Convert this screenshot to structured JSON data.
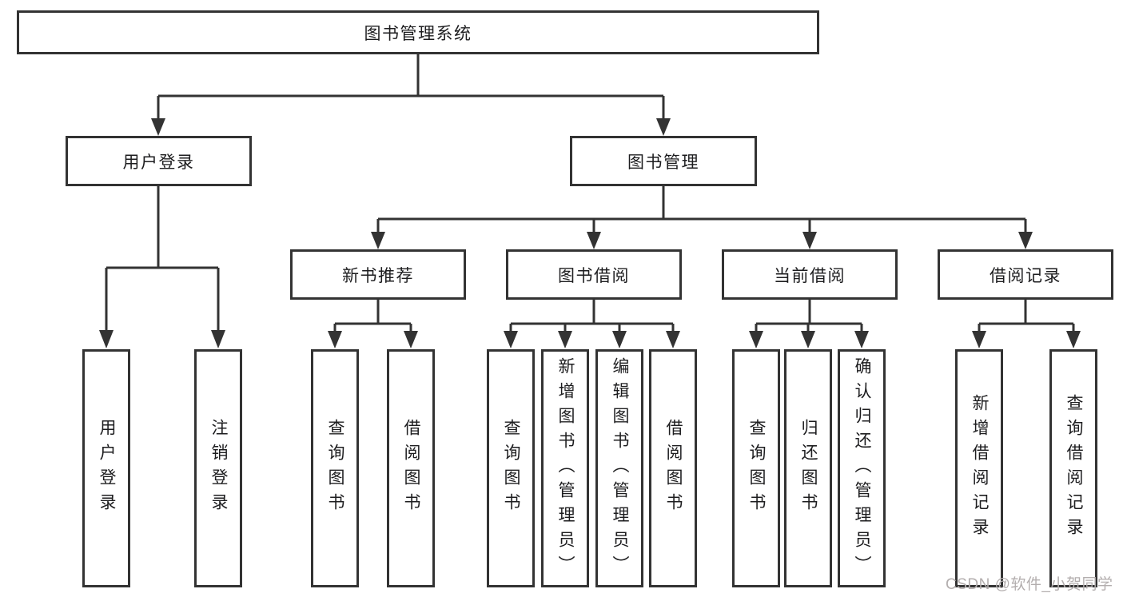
{
  "diagram_type": "hierarchy-tree",
  "colors": {
    "background": "#ffffff",
    "line": "#333333",
    "box_border": "#333333",
    "text": "#1d1d1f",
    "watermark": "#b3aeae"
  },
  "tree": {
    "label": "图书管理系统",
    "children": [
      {
        "label": "用户登录",
        "children": [
          {
            "label": "用户登录"
          },
          {
            "label": "注销登录"
          }
        ]
      },
      {
        "label": "图书管理",
        "children": [
          {
            "label": "新书推荐",
            "children": [
              {
                "label": "查询图书"
              },
              {
                "label": "借阅图书"
              }
            ]
          },
          {
            "label": "图书借阅",
            "children": [
              {
                "label": "查询图书"
              },
              {
                "label": "新增图书（管理员）"
              },
              {
                "label": "编辑图书（管理员）"
              },
              {
                "label": "借阅图书"
              }
            ]
          },
          {
            "label": "当前借阅",
            "children": [
              {
                "label": "查询图书"
              },
              {
                "label": "归还图书"
              },
              {
                "label": "确认归还（管理员）"
              }
            ]
          },
          {
            "label": "借阅记录",
            "children": [
              {
                "label": "新增借阅记录"
              },
              {
                "label": "查询借阅记录"
              }
            ]
          }
        ]
      }
    ]
  },
  "watermark": {
    "text": "CSDN @软件_小贺同学"
  }
}
